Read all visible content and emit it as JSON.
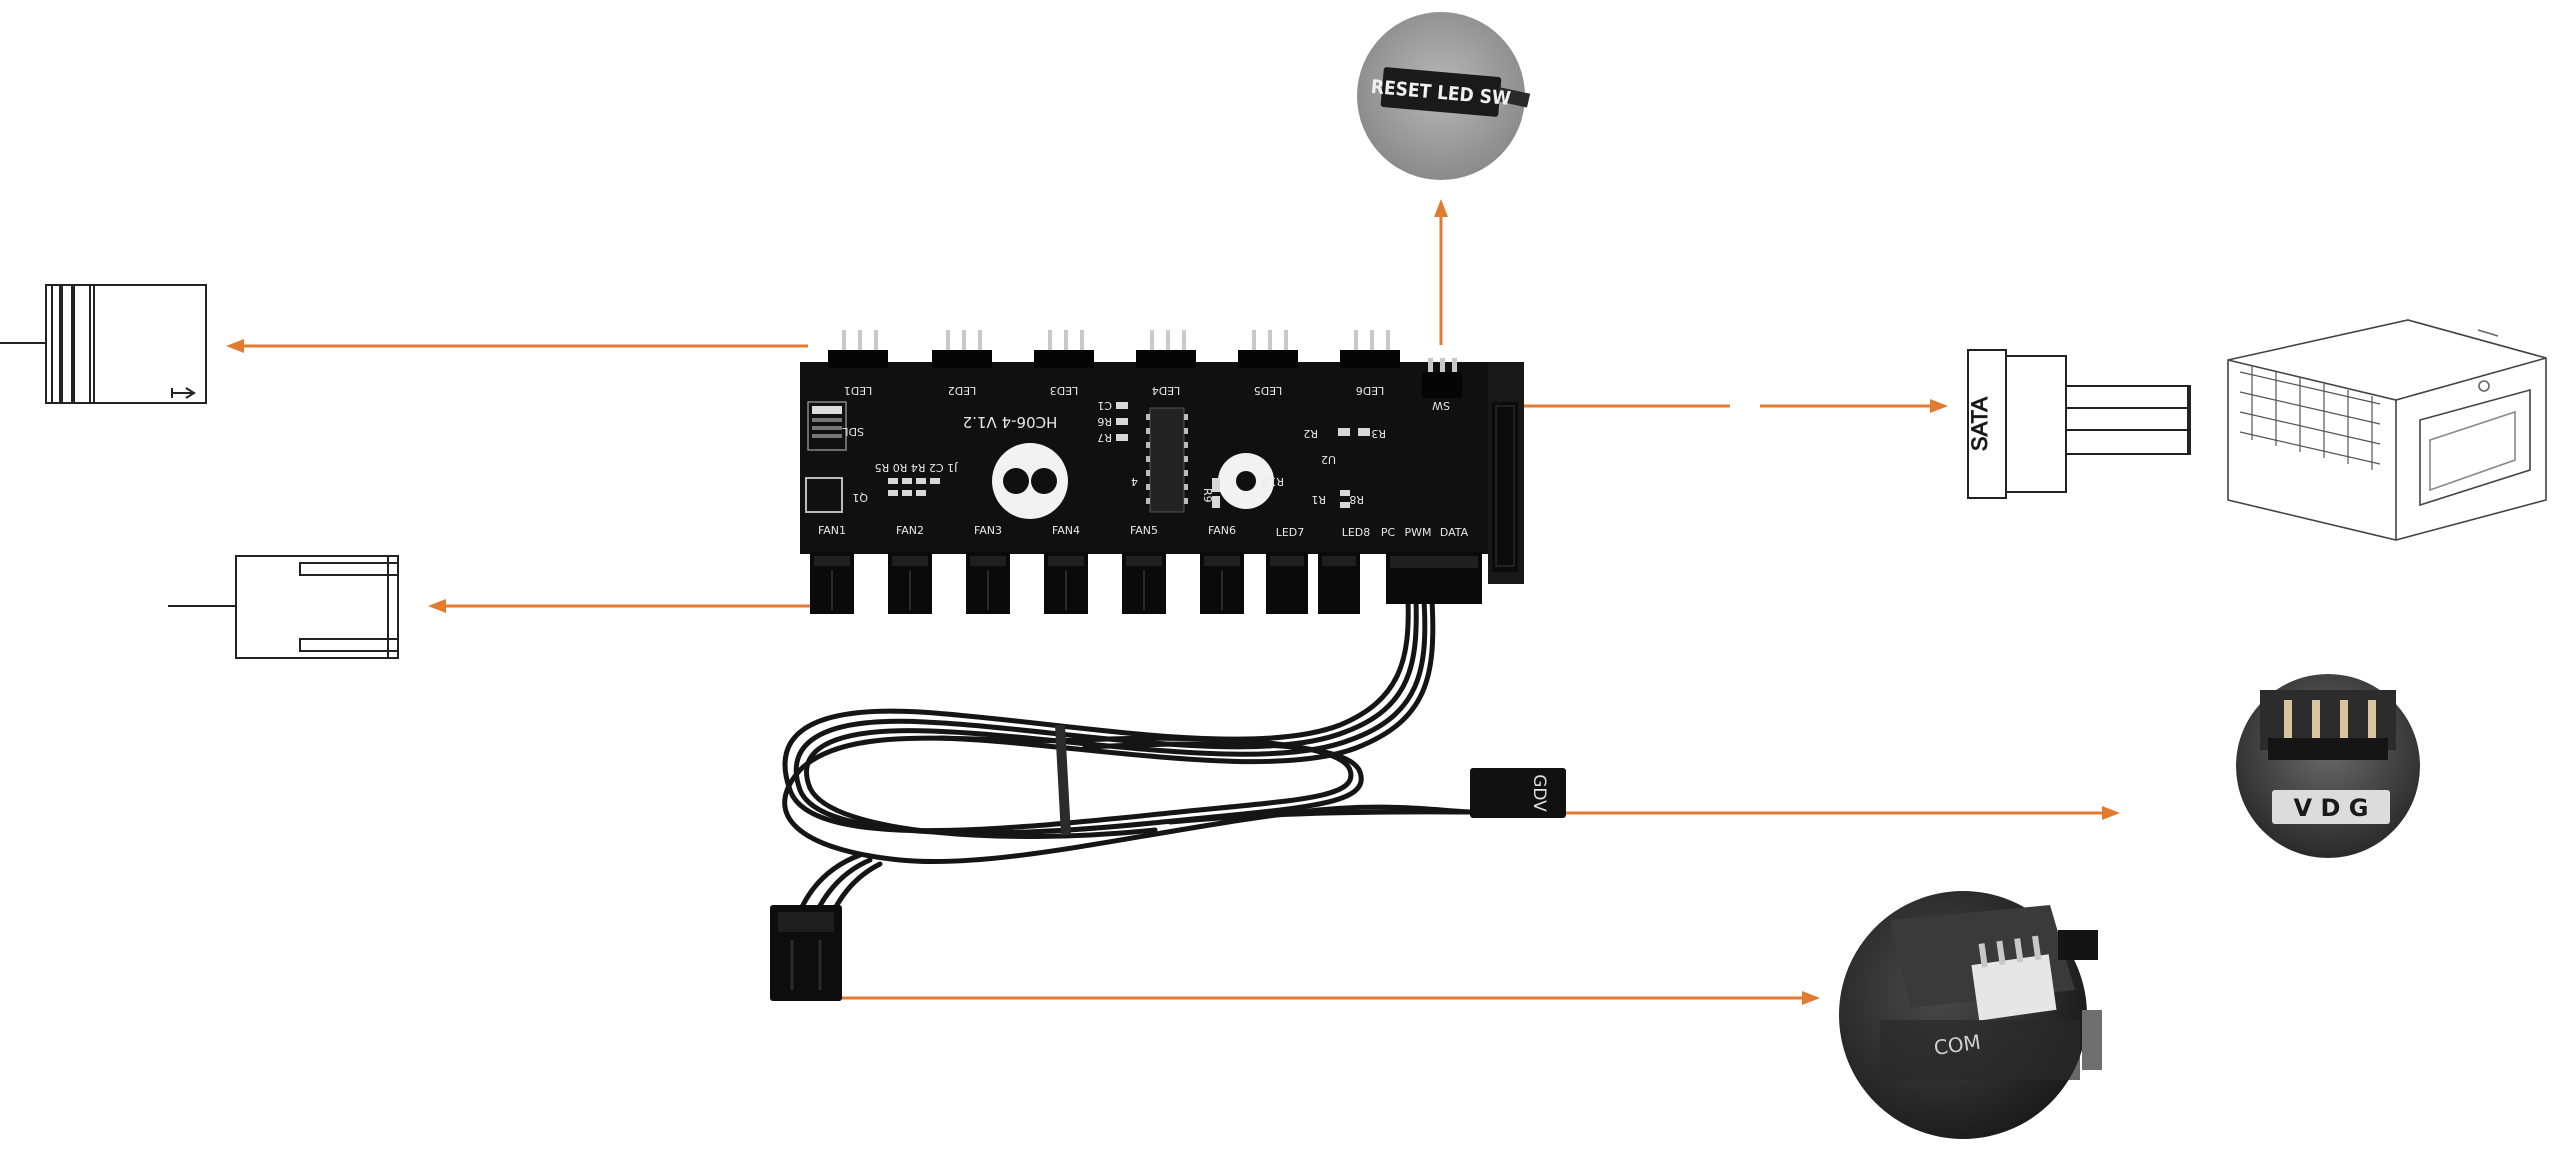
{
  "colors": {
    "arrow": "#e07b30",
    "board": "#111111",
    "pin": "#c9c9c9",
    "line_art": "#222222"
  },
  "board": {
    "model": "HC06-4 V1.2",
    "led_top_labels": [
      "LED1",
      "LED2",
      "LED3",
      "LED4",
      "LED5",
      "LED6"
    ],
    "fan_labels": [
      "FAN1",
      "FAN2",
      "FAN3",
      "FAN4",
      "FAN5",
      "FAN6"
    ],
    "right_labels": [
      "LED7",
      "LED8",
      "PC",
      "PWM",
      "DATA"
    ],
    "sw_label": "SW",
    "sd_label": "SDL",
    "parts": [
      "C1",
      "R6",
      "R7",
      "J1 C2 R4 R0 R5",
      "Q1",
      "R2",
      "R3",
      "U2",
      "R9",
      "R10",
      "R1",
      "R8",
      "4"
    ]
  },
  "connectors": {
    "gdv_label": "GDV",
    "sata_label": "SATA"
  },
  "photos": {
    "reset_led_sw": "RESET LED SW",
    "vdg_header": "V D G",
    "motherboard_com": "COM"
  },
  "icons": {
    "fan_icon": "fan-connector-drawing",
    "argb_icon": "argb-connector-drawing",
    "psu_icon": "power-supply-drawing"
  }
}
